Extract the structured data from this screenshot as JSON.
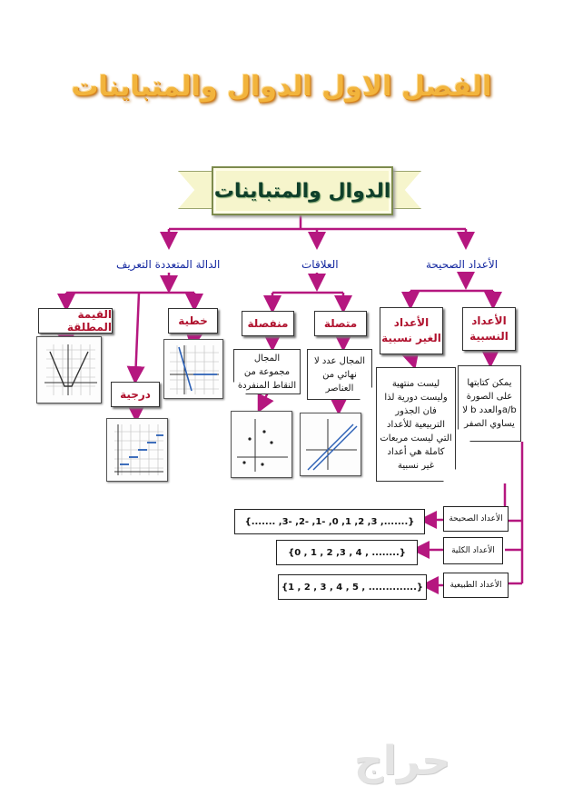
{
  "title": "الفصل الاول الدوال والمتباينات",
  "banner": "الدوال والمتباينات",
  "categories": {
    "piecewise": "الدالة المتعددة التعريف",
    "relations": "العلاقات",
    "integers": "الأعداد الصحيحة"
  },
  "piecewise_types": {
    "absolute": "القيمة المطلقة",
    "linear": "خطية",
    "step": "درجية"
  },
  "relation_types": {
    "discrete": "منفصلة",
    "continuous": "متصلة"
  },
  "number_types": {
    "irrational": [
      "الأعداد",
      "الغير نسبية"
    ],
    "rational": [
      "الأعداد",
      "النسبية"
    ]
  },
  "notes": {
    "discrete": [
      "المجال",
      "مجموعة من",
      "النقاط المنفردة"
    ],
    "continuous": [
      "المجال عدد لا",
      "نهائي من",
      "العناصر"
    ],
    "irrational": [
      "ليست منتهية",
      "وليست دورية لذا",
      "فان الجذور",
      "التربيعية للأعداد",
      "التي ليست مربعات",
      "كاملة هي أعداد",
      "غير نسبية"
    ],
    "rational": [
      "يمكن كتابتها",
      "على الصورة",
      "a/bوالعدد b لا",
      "يساوي الصفر"
    ]
  },
  "sets": [
    {
      "label": "الأعداد الصحيحة",
      "value": "{....... ,3- ,2- ,1- ,0 ,1 ,2 ,3 ,.......}"
    },
    {
      "label": "الأعداد الكلية",
      "value": "{0 , 1 , 2 ,3 , 4 , ........}"
    },
    {
      "label": "الأعداد الطبيعية",
      "value": "{1 , 2 , 3 , 4 , 5 , ..............}"
    }
  ],
  "watermark": "حراج",
  "colors": {
    "connector": "#b5177f",
    "category_text": "#1428a0",
    "pill_text": "#b0122e",
    "title_fill": "#f2b43c",
    "banner_bg": "#f6f5cc"
  }
}
